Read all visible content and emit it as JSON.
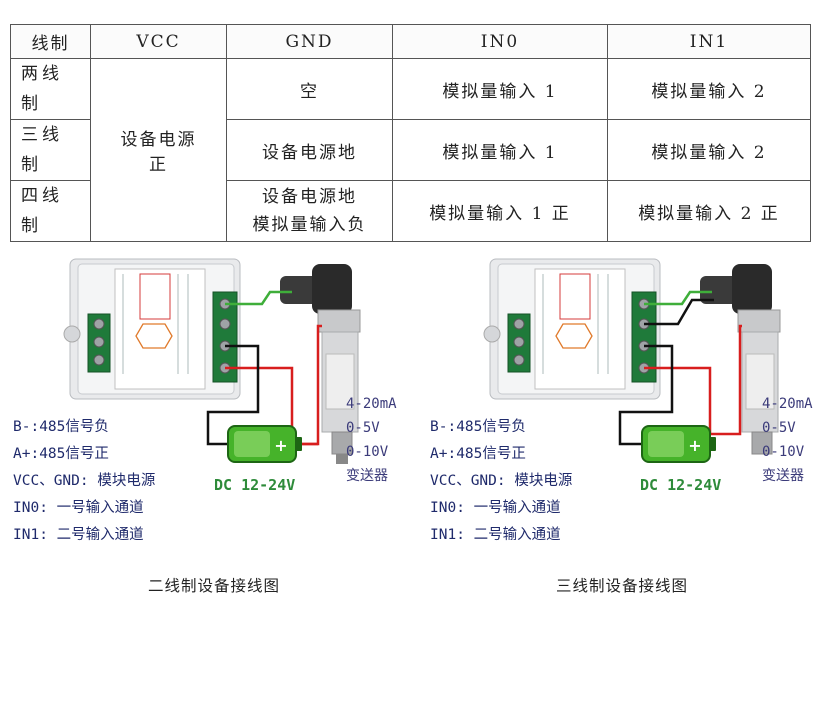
{
  "table": {
    "headers": [
      "线制",
      "VCC",
      "GND",
      "IN0",
      "IN1"
    ],
    "rows": [
      {
        "type": "两线\n制",
        "gnd": "空",
        "in0": "模拟量输入 1",
        "in1": "模拟量输入 2"
      },
      {
        "type": "三线\n制",
        "gnd": "设备电源地",
        "in0": "模拟量输入 1",
        "in1": "模拟量输入 2"
      },
      {
        "type": "四线\n制",
        "gnd": "设备电源地\n模拟量输入负",
        "in0": "模拟量输入 1 正",
        "in1": "模拟量输入 2 正"
      }
    ],
    "vcc_merged": "设备电源\n正"
  },
  "diagram_left": {
    "legend": [
      "B-:485信号负",
      "A+:485信号正",
      "VCC、GND: 模块电源",
      "IN0: 一号输入通道",
      "IN1: 二号输入通道"
    ],
    "dc_label": "DC 12-24V",
    "transmitter_signals": [
      "4-20mA",
      "0-5V",
      "0-10V",
      "变送器"
    ],
    "caption": "二线制设备接线图"
  },
  "diagram_right": {
    "legend": [
      "B-:485信号负",
      "A+:485信号正",
      "VCC、GND: 模块电源",
      "IN0: 一号输入通道",
      "IN1: 二号输入通道"
    ],
    "dc_label": "DC 12-24V",
    "transmitter_signals": [
      "4-20mA",
      "0-5V",
      "0-10V",
      "变送器"
    ],
    "caption": "三线制设备接线图"
  },
  "colors": {
    "wire_green": "#3fae3a",
    "wire_red": "#d81e1e",
    "wire_black": "#111111",
    "battery_green": "#46b32a",
    "legend_text": "#1f2a6b",
    "dc_text": "#2e8b3a"
  }
}
